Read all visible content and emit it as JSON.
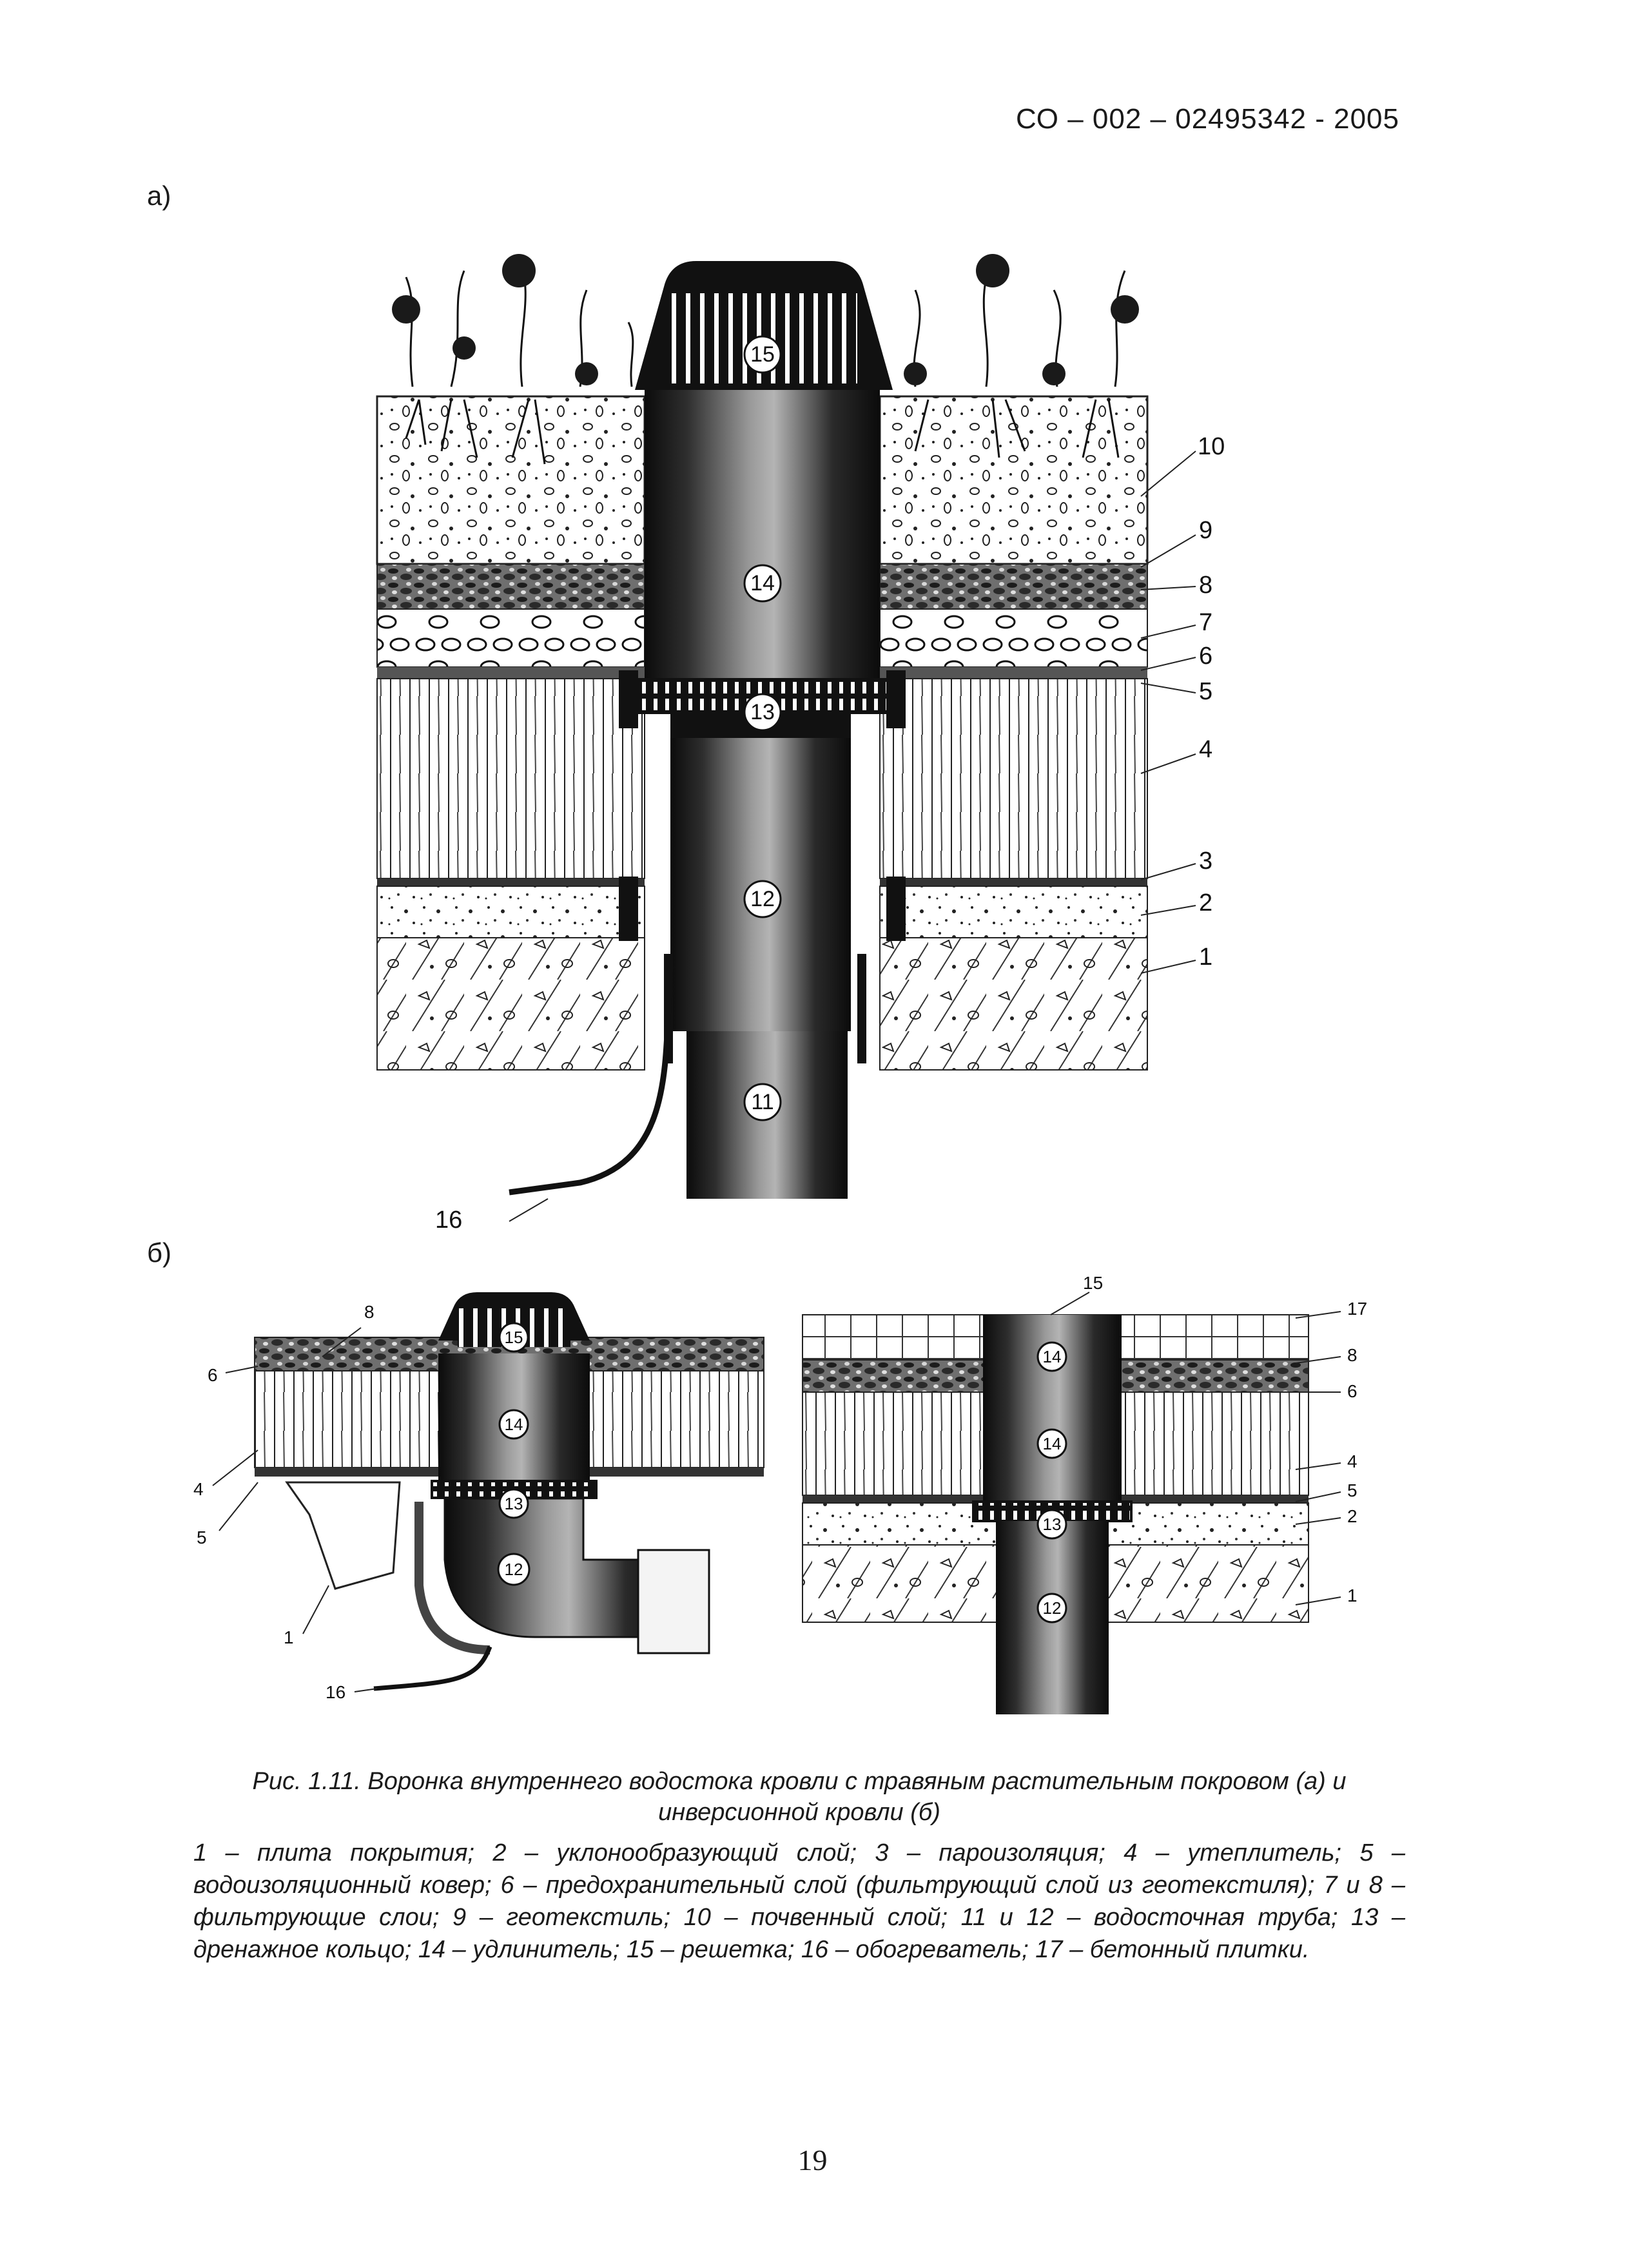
{
  "document_code": "СО – 002 – 02495342 - 2005",
  "subfigure_a": "а)",
  "subfigure_b": "б)",
  "caption": "Рис. 1.11. Воронка внутреннего водостока кровли с травяным растительным покровом (а) и инверсионной кровли (б)",
  "legend": "1 – плита покрытия; 2 – уклонообразующий слой; 3 – пароизоляция; 4 – утеплитель; 5 – водоизоляционный ковер; 6 – предохранительный слой (фильтрующий слой из геотекстиля); 7 и 8 – фильтрующие слои; 9 – геотекстиль; 10 – почвенный слой; 11 и 12 – водосточная труба; 13 – дренажное кольцо; 14 – удлинитель; 15 – решетка; 16 – обогреватель; 17 – бетонный плитки.",
  "page_number": "19",
  "fig_a": {
    "side_labels": [
      "10",
      "9",
      "8",
      "7",
      "6",
      "5",
      "4",
      "3",
      "2",
      "1"
    ],
    "circle_labels": [
      "15",
      "14",
      "13",
      "12",
      "11"
    ],
    "heater_label": "16"
  },
  "fig_b_left": {
    "side_labels_left": [
      "8",
      "6",
      "4",
      "5",
      "1",
      "16"
    ],
    "circle_labels": [
      "15",
      "14",
      "13",
      "12"
    ]
  },
  "fig_b_right": {
    "top_label": "15",
    "side_labels_right": [
      "17",
      "8",
      "6",
      "4",
      "5",
      "2",
      "1"
    ],
    "circle_labels": [
      "14",
      "14",
      "13",
      "12"
    ]
  }
}
